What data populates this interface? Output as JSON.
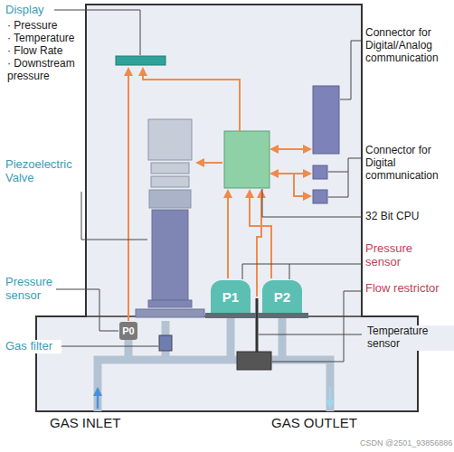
{
  "diagram": {
    "nodes": [
      {
        "text": [
          "P0"
        ]
      },
      {
        "text": [
          "P1"
        ]
      },
      {
        "text": [
          "P2"
        ]
      }
    ],
    "labels": [
      "Display",
      "· Pressure",
      "· Temperature",
      "· Flow Rate",
      "· Downstream pressure",
      "Piezoelectric Valve",
      "Pressure sensor",
      "Gas filter",
      "Connector for Digital/Analog communication",
      "Connector for Digital communication",
      "32 Bit CPU",
      "Pressure sensor",
      "Flow restrictor",
      "Temperature sensor",
      "GAS INLET",
      "GAS OUTLET",
      "CSDN @2501_93856886"
    ]
  }
}
